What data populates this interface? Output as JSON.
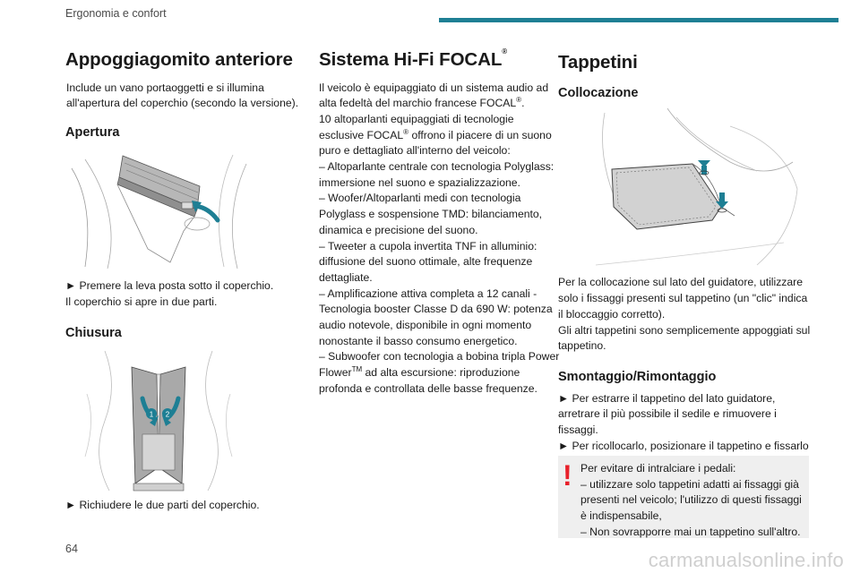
{
  "header": {
    "section_title": "Ergonomia e confort",
    "accent_color": "#1e7f94"
  },
  "col1": {
    "title": "Appoggiagomito anteriore",
    "intro": "Include un vano portaoggetti e si illumina all'apertura del coperchio (secondo la versione).",
    "apertura": {
      "heading": "Apertura",
      "steps": "► Premere la leva posta sotto il coperchio.\nIl coperchio si apre in due parti."
    },
    "chiusura": {
      "heading": "Chiusura",
      "steps": "► Richiudere le due parti del coperchio."
    }
  },
  "col2": {
    "title_main": "Sistema Hi-Fi FOCAL",
    "title_sup": "®",
    "p1_a": "Il veicolo è equipaggiato di un sistema audio ad alta fedeltà del marchio francese FOCAL",
    "p1_sup": "®",
    "p1_b": ".",
    "p2_a": "10 altoparlanti equipaggiati di tecnologie esclusive FOCAL",
    "p2_sup": "®",
    "p2_b": " offrono il piacere di un suono puro e dettagliato all'interno del veicolo:",
    "list_a": "– Altoparlante centrale con tecnologia Polyglass: immersione nel suono e spazializzazione.\n– Woofer/Altoparlanti medi con tecnologia Polyglass e sospensione TMD: bilanciamento, dinamica e precisione del suono.\n– Tweeter a cupola invertita TNF in alluminio: diffusione del suono ottimale, alte frequenze dettagliate.\n– Amplificazione attiva completa a 12 canali - Tecnologia booster Classe D da 690 W: potenza audio notevole, disponibile in ogni momento nonostante il basso consumo energetico.\n– Subwoofer con tecnologia a bobina tripla Power Flower",
    "tm": "TM",
    "list_b": " ad alta escursione: riproduzione profonda e controllata delle basse frequenze."
  },
  "col3": {
    "title": "Tappetini",
    "collocazione": {
      "heading": "Collocazione",
      "text": "Per la collocazione sul lato del guidatore, utilizzare solo i fissaggi presenti sul tappetino (un \"clic\" indica il bloccaggio corretto).\nGli altri tappetini sono semplicemente appoggiati sul tappetino."
    },
    "smontaggio": {
      "heading": "Smontaggio/Rimontaggio",
      "text": "► Per estrarre il tappetino del lato guidatore, arretrare il più possibile il sedile e rimuovere i fissaggi.\n► Per ricollocarlo, posizionare il tappetino e fissarlo premendo verso il basso.\n► Verificare il corretto fissaggio del tappetino."
    },
    "warning": {
      "mark": "!",
      "text": "Per evitare di intralciare i pedali:\n– utilizzare solo tappetini adatti ai fissaggi già presenti nel veicolo; l'utilizzo di questi fissaggi è indispensabile,\n– Non sovrapporre mai un tappetino sull'altro.",
      "mark_color": "#e8202a"
    }
  },
  "figures": {
    "chiusura_label_1": "1",
    "chiusura_label_2": "2"
  },
  "footer": {
    "page_number": "64",
    "watermark": "carmanualsonline.info"
  }
}
